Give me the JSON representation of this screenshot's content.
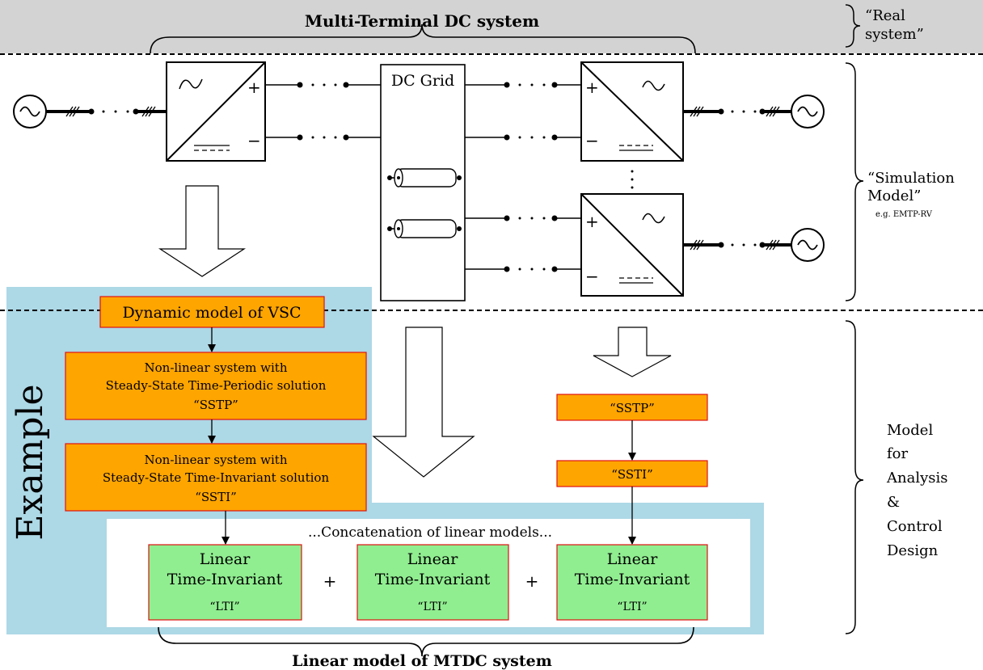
{
  "top": {
    "mtdc_title": "Multi-Terminal DC system",
    "real_system_line1": "“Real",
    "real_system_line2": "system”"
  },
  "simulation": {
    "label_line1": "“Simulation",
    "label_line2": "Model”",
    "example_tool": "e.g. EMTP-RV",
    "dc_grid": "DC Grid",
    "converter_plus": "+",
    "converter_minus": "−"
  },
  "analysis": {
    "label_lines": [
      "Model",
      "for",
      "Analysis",
      "&",
      "Control",
      "Design"
    ],
    "example_label": "Example",
    "vsc_box": "Dynamic model of VSC",
    "sstp_box_lines": [
      "Non-linear system with",
      "Steady-State Time-Periodic solution",
      "“SSTP”"
    ],
    "ssti_box_lines": [
      "Non-linear system with",
      "Steady-State Time-Invariant solution",
      "“SSTI”"
    ],
    "sstp_small": "“SSTP”",
    "ssti_small": "“SSTI”",
    "concatenation": "...Concatenation of linear models...",
    "lti_boxes": [
      {
        "line1": "Linear",
        "line2": "Time-Invariant",
        "abbr": "“LTI”"
      },
      {
        "line1": "Linear",
        "line2": "Time-Invariant",
        "abbr": "“LTI”"
      },
      {
        "line1": "Linear",
        "line2": "Time-Invariant",
        "abbr": "“LTI”"
      }
    ],
    "plus_sign": "+",
    "bottom_title": "Linear model of MTDC system"
  },
  "colors": {
    "top_band": "#d3d3d3",
    "example_bg": "#add8e6",
    "orange_box": "#ffa500",
    "orange_border": "#e01010",
    "green_box": "#90ee90",
    "green_border": "#e01010"
  }
}
